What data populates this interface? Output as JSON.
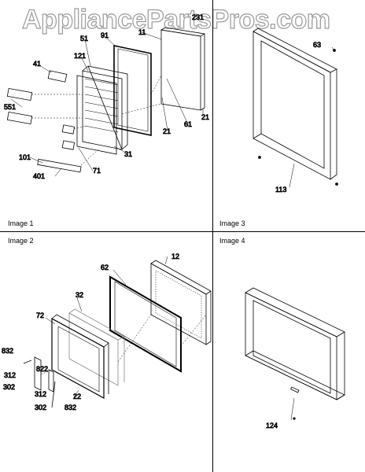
{
  "watermark": "AppliancePartsPros.com",
  "panels": {
    "image1": {
      "caption": "Image 1",
      "labels": [
        "231",
        "11",
        "91",
        "51",
        "121",
        "41",
        "551",
        "61",
        "21",
        "21",
        "31",
        "101",
        "401",
        "71"
      ]
    },
    "image3": {
      "caption": "Image 3",
      "labels": [
        "63",
        "113"
      ]
    },
    "image2": {
      "caption": "Image 2",
      "labels": [
        "12",
        "62",
        "32",
        "72",
        "832",
        "312",
        "302",
        "822",
        "22",
        "312",
        "302",
        "832"
      ]
    },
    "image4": {
      "caption": "Image 4",
      "labels": [
        "124"
      ]
    }
  }
}
